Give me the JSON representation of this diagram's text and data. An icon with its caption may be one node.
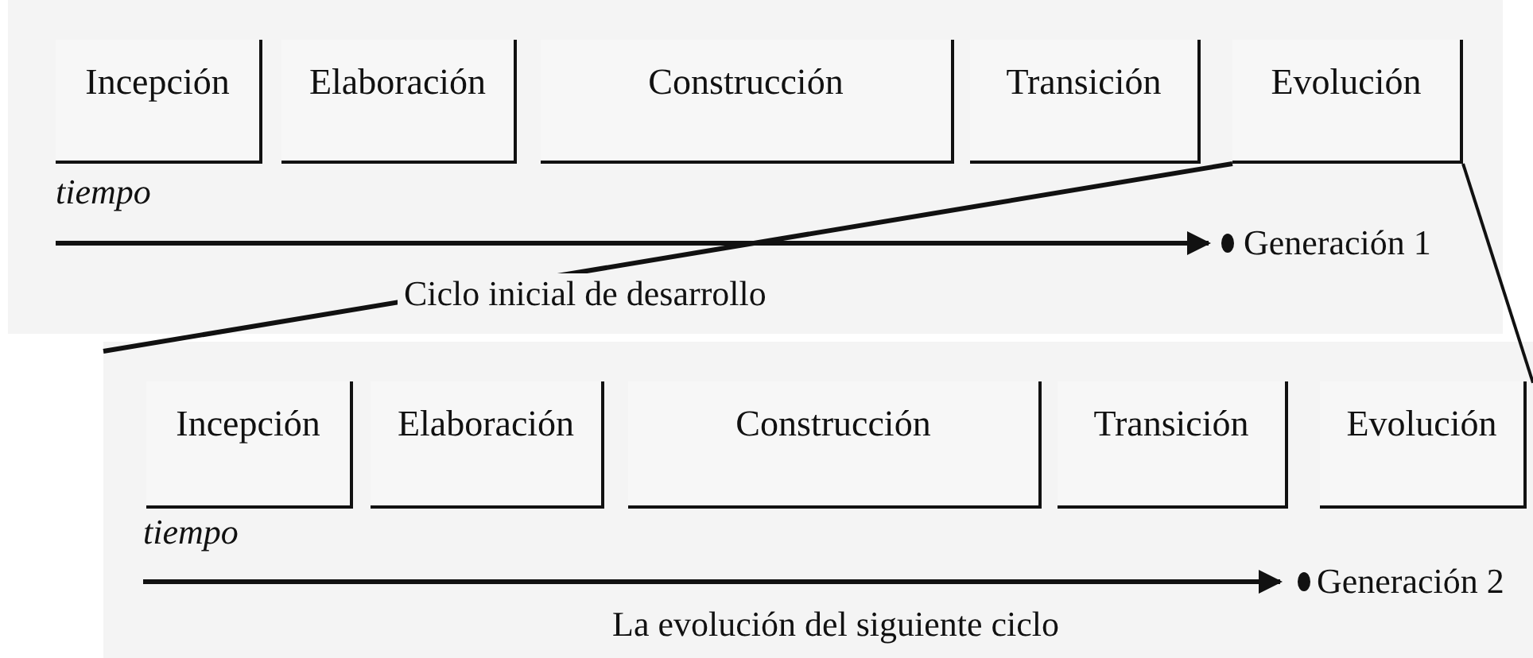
{
  "diagram": {
    "nodes": [
      {
        "text": [],
        "shape": "box"
      },
      {
        "text": [
          "Incepción"
        ],
        "in": 0
      },
      {
        "text": [
          "Elaboración"
        ],
        "in": 0
      },
      {
        "text": [
          "Construcción"
        ],
        "in": 0
      },
      {
        "text": [
          "Transición"
        ],
        "in": 0
      },
      {
        "text": [
          "Evolución"
        ],
        "in": 0
      },
      {
        "text": [],
        "shape": "box"
      },
      {
        "text": [
          "Incepción"
        ],
        "in": 6
      },
      {
        "text": [
          "Elaboración"
        ],
        "in": 6
      },
      {
        "text": [
          "Construcción"
        ],
        "in": 6
      },
      {
        "text": [
          "Transición"
        ],
        "in": 6
      },
      {
        "text": [
          "Evolución"
        ],
        "in": 6
      }
    ],
    "edges": [
      {
        "from": 5,
        "to": 6,
        "arrow": "none"
      },
      {
        "from": 5,
        "to": 6,
        "arrow": "none"
      }
    ],
    "labels": [
      "tiempo",
      "Generación 1",
      "Ciclo inicial de desarrollo",
      "tiempo",
      "Generación 2",
      "La evolución del siguiente ciclo"
    ]
  }
}
